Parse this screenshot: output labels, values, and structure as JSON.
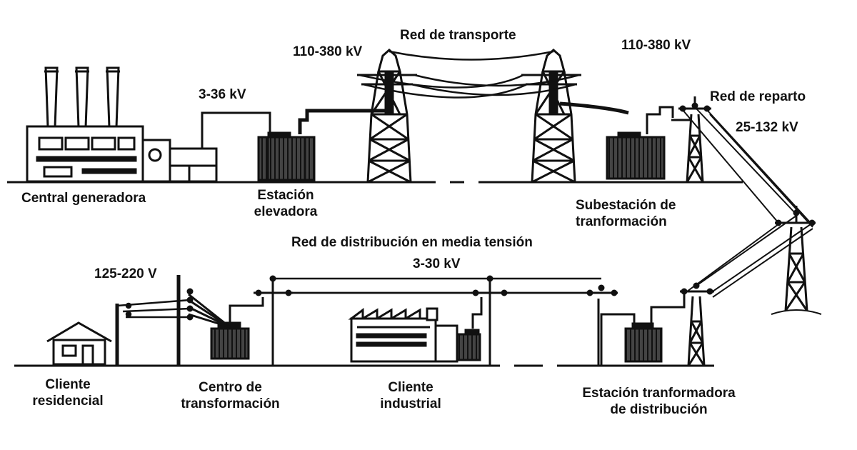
{
  "labels": {
    "red_transporte": "Red de transporte",
    "kv_110_380_left": "110-380 kV",
    "kv_110_380_right": "110-380 kV",
    "kv_3_36": "3-36 kV",
    "red_reparto": "Red de reparto",
    "kv_25_132": "25-132 kV",
    "central_generadora": "Central generadora",
    "estacion_elevadora_1": "Estación",
    "estacion_elevadora_2": "elevadora",
    "subestacion_1": "Subestación de",
    "subestacion_2": "tranformación",
    "red_distribucion": "Red de distribución en media tensión",
    "kv_3_30": "3-30 kV",
    "v_125_220": "125-220 V",
    "cliente_residencial_1": "Cliente",
    "cliente_residencial_2": "residencial",
    "centro_transformacion_1": "Centro de",
    "centro_transformacion_2": "transformación",
    "cliente_industrial_1": "Cliente",
    "cliente_industrial_2": "industrial",
    "estacion_distribucion_1": "Estación tranformadora",
    "estacion_distribucion_2": "de distribución"
  },
  "colors": {
    "ink": "#111111",
    "background": "#ffffff",
    "transformer_fill": "#333333"
  }
}
